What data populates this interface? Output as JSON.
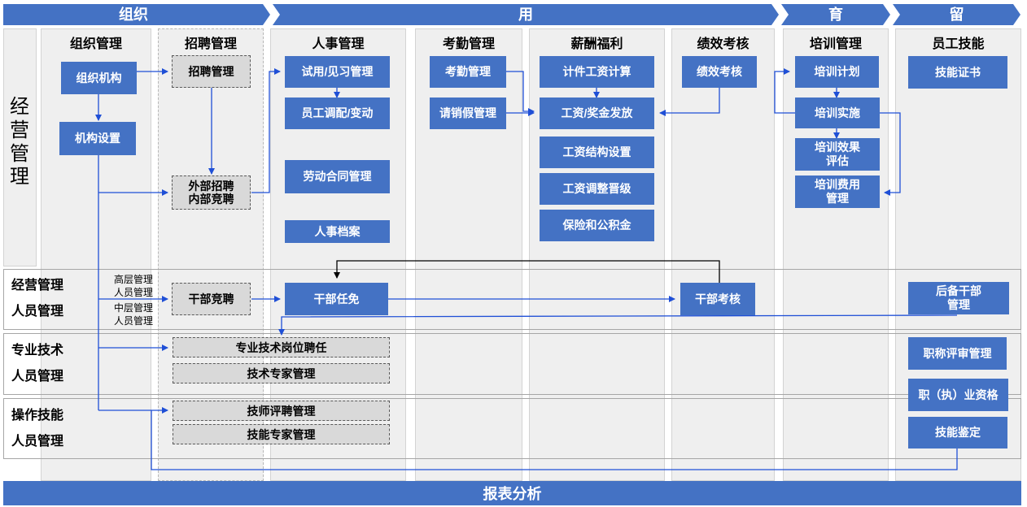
{
  "phases": [
    "组织",
    "用",
    "育",
    "留"
  ],
  "columns": [
    "组织管理",
    "招聘管理",
    "人事管理",
    "考勤管理",
    "薪酬福利",
    "绩效考核",
    "培训管理",
    "员工技能"
  ],
  "left_title": "经营管理",
  "rows": [
    {
      "l1": "经营管理",
      "l2": "人员管理"
    },
    {
      "l1": "专业技术",
      "l2": "人员管理"
    },
    {
      "l1": "操作技能",
      "l2": "人员管理"
    }
  ],
  "small_labels": {
    "a1": "高层管理",
    "a2": "人员管理",
    "b1": "中层管理",
    "b2": "人员管理"
  },
  "boxes": {
    "org_struct": "组织机构",
    "org_setup": "机构设置",
    "recruit_mgmt": "招聘管理",
    "ext_recruit_1": "外部招聘",
    "ext_recruit_2": "内部竞聘",
    "probation": "试用/见习管理",
    "transfer": "员工调配/变动",
    "labor_contract": "劳动合同管理",
    "hr_archive": "人事档案",
    "attendance": "考勤管理",
    "leave": "请销假管理",
    "piece_wage": "计件工资计算",
    "pay": "工资/奖金发放",
    "wage_struct": "工资结构设置",
    "wage_adjust": "工资调整晋级",
    "insurance": "保险和公积金",
    "perf": "绩效考核",
    "train_plan": "培训计划",
    "train_impl": "培训实施",
    "train_eval_1": "培训效果",
    "train_eval_2": "评估",
    "train_cost_1": "培训费用",
    "train_cost_2": "管理",
    "skill_cert": "技能证书",
    "cadre_compete": "干部竞聘",
    "cadre_appoint": "干部任免",
    "cadre_assess": "干部考核",
    "reserve_1": "后备干部",
    "reserve_2": "管理",
    "tech_post": "专业技术岗位聘任",
    "tech_expert": "技术专家管理",
    "title_review": "职称评审管理",
    "qualification": "职（执）业资格",
    "technician": "技师评聘管理",
    "skill_expert": "技能专家管理",
    "skill_appraisal": "技能鉴定"
  },
  "footer": "报表分析"
}
